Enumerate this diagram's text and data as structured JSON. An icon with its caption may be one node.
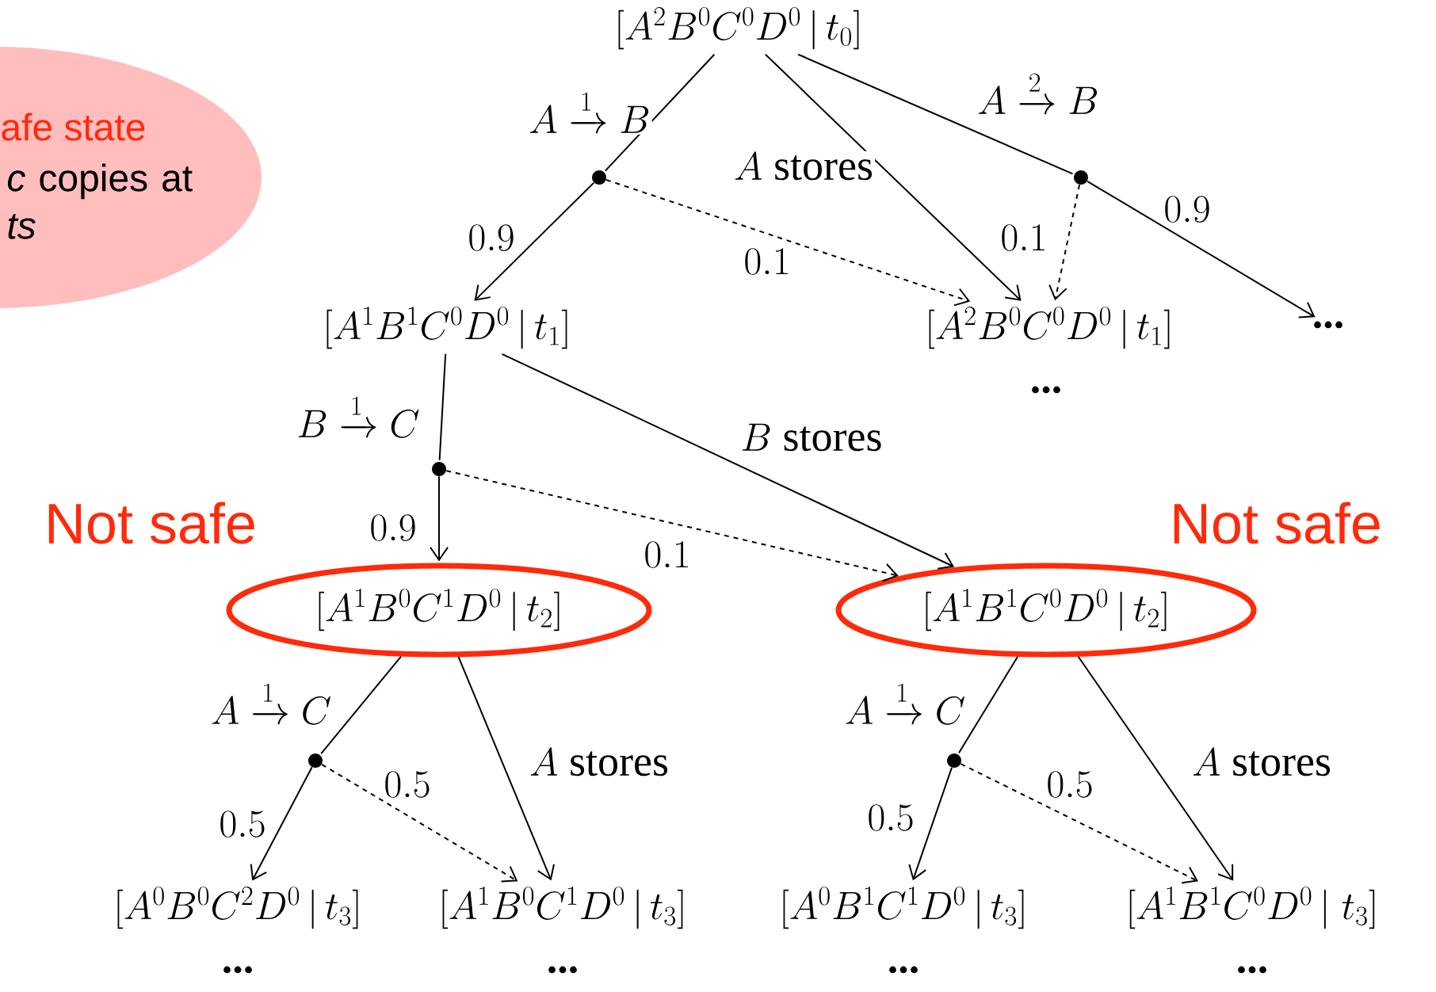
{
  "diagram": {
    "nodes": [
      {
        "text": [
          "afe state",
          "*c* copies at *ts*"
        ]
      },
      {
        "text": [
          "[A^2B^0C^0D^0\\,|\\,t_0]"
        ]
      },
      {
        "text": [],
        "shape": "circle"
      },
      {
        "text": [],
        "shape": "circle"
      },
      {
        "text": [
          "[A^1B^1C^0D^0\\,|\\,t_1]"
        ]
      },
      {
        "text": [
          "[A^2B^0C^0D^0\\,|\\,t_1]"
        ]
      },
      {
        "text": [
          "..."
        ]
      },
      {
        "text": [],
        "shape": "circle"
      },
      {
        "text": [
          "[A^1B^0C^1D^0\\,|\\,t_2]"
        ]
      },
      {
        "text": [
          "[A^1B^1C^0D^0\\,|\\,t_2]"
        ]
      },
      {
        "text": [],
        "shape": "circle"
      },
      {
        "text": [],
        "shape": "circle"
      },
      {
        "text": [
          "[A^0B^0C^2D^0\\,|\\,t_3]"
        ]
      },
      {
        "text": [
          "[A^1B^0C^1D^0\\,|\\,t_3]"
        ]
      },
      {
        "text": [
          "[A^0B^1C^1D^0\\,|\\,t_3]"
        ]
      },
      {
        "text": [
          "[A^1B^1C^0D^0\\,|\\;t_3]"
        ]
      }
    ],
    "edges": [
      {
        "from": 1,
        "to": 2,
        "arrow": "none",
        "label": "A\\xrightarrow{1}B"
      },
      {
        "from": 2,
        "to": 4,
        "arrow": "to",
        "label": "0.9"
      },
      {
        "from": 2,
        "to": 5,
        "arrow": "to",
        "style": "dashed",
        "label": "0.1"
      },
      {
        "from": 1,
        "to": 5,
        "arrow": "to",
        "label": "A\\text{ stores}"
      },
      {
        "from": 1,
        "to": 3,
        "arrow": "none",
        "label": "A\\xrightarrow{2}B"
      },
      {
        "from": 3,
        "to": 5,
        "arrow": "to",
        "style": "dashed",
        "label": "0.1"
      },
      {
        "from": 3,
        "to": 6,
        "arrow": "to",
        "label": "0.9"
      },
      {
        "from": 4,
        "to": 7,
        "arrow": "none",
        "label": "B\\xrightarrow{1}C"
      },
      {
        "from": 7,
        "to": 8,
        "arrow": "to",
        "label": "0.9"
      },
      {
        "from": 7,
        "to": 9,
        "arrow": "to",
        "style": "dashed",
        "label": "0.1"
      },
      {
        "from": 4,
        "to": 9,
        "arrow": "to",
        "label": "B\\text{ stores}"
      },
      {
        "from": 8,
        "to": 10,
        "arrow": "none",
        "label": "A\\xrightarrow{1}C"
      },
      {
        "from": 10,
        "to": 12,
        "arrow": "to",
        "label": "0.5"
      },
      {
        "from": 10,
        "to": 13,
        "arrow": "to",
        "style": "dashed",
        "label": "0.5"
      },
      {
        "from": 8,
        "to": 13,
        "arrow": "to",
        "label": "A\\text{ stores}"
      },
      {
        "from": 9,
        "to": 11,
        "arrow": "none",
        "label": "A\\xrightarrow{1}C"
      },
      {
        "from": 11,
        "to": 14,
        "arrow": "to",
        "label": "0.5"
      },
      {
        "from": 11,
        "to": 15,
        "arrow": "to",
        "style": "dashed",
        "label": "0.5"
      },
      {
        "from": 9,
        "to": 15,
        "arrow": "to",
        "label": "A\\text{ stores}"
      }
    ],
    "labels": [
      "...",
      "Not safe",
      "Not safe",
      "...",
      "...",
      "...",
      "..."
    ]
  }
}
